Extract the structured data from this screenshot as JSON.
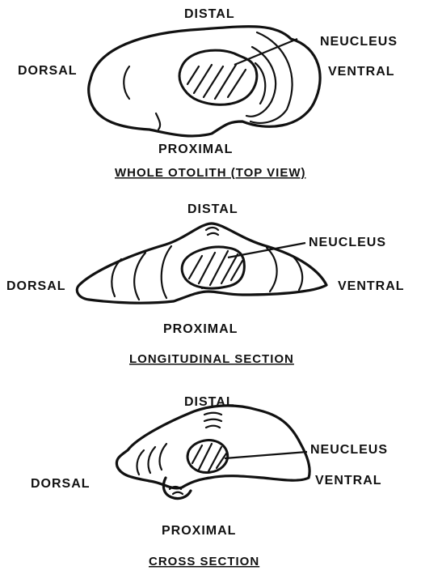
{
  "panels": [
    {
      "distal": "DISTAL",
      "proximal": "PROXIMAL",
      "dorsal": "DORSAL",
      "ventral": "VENTRAL",
      "nucleus": "NEUCLEUS",
      "caption": "WHOLE OTOLITH (TOP VIEW)"
    },
    {
      "distal": "DISTAL",
      "proximal": "PROXIMAL",
      "dorsal": "DORSAL",
      "ventral": "VENTRAL",
      "nucleus": "NEUCLEUS",
      "caption": "LONGITUDINAL SECTION"
    },
    {
      "distal": "DISTAL",
      "proximal": "PROXIMAL",
      "dorsal": "DORSAL",
      "ventral": "VENTRAL",
      "nucleus": "NEUCLEUS",
      "caption": "CROSS SECTION"
    }
  ]
}
